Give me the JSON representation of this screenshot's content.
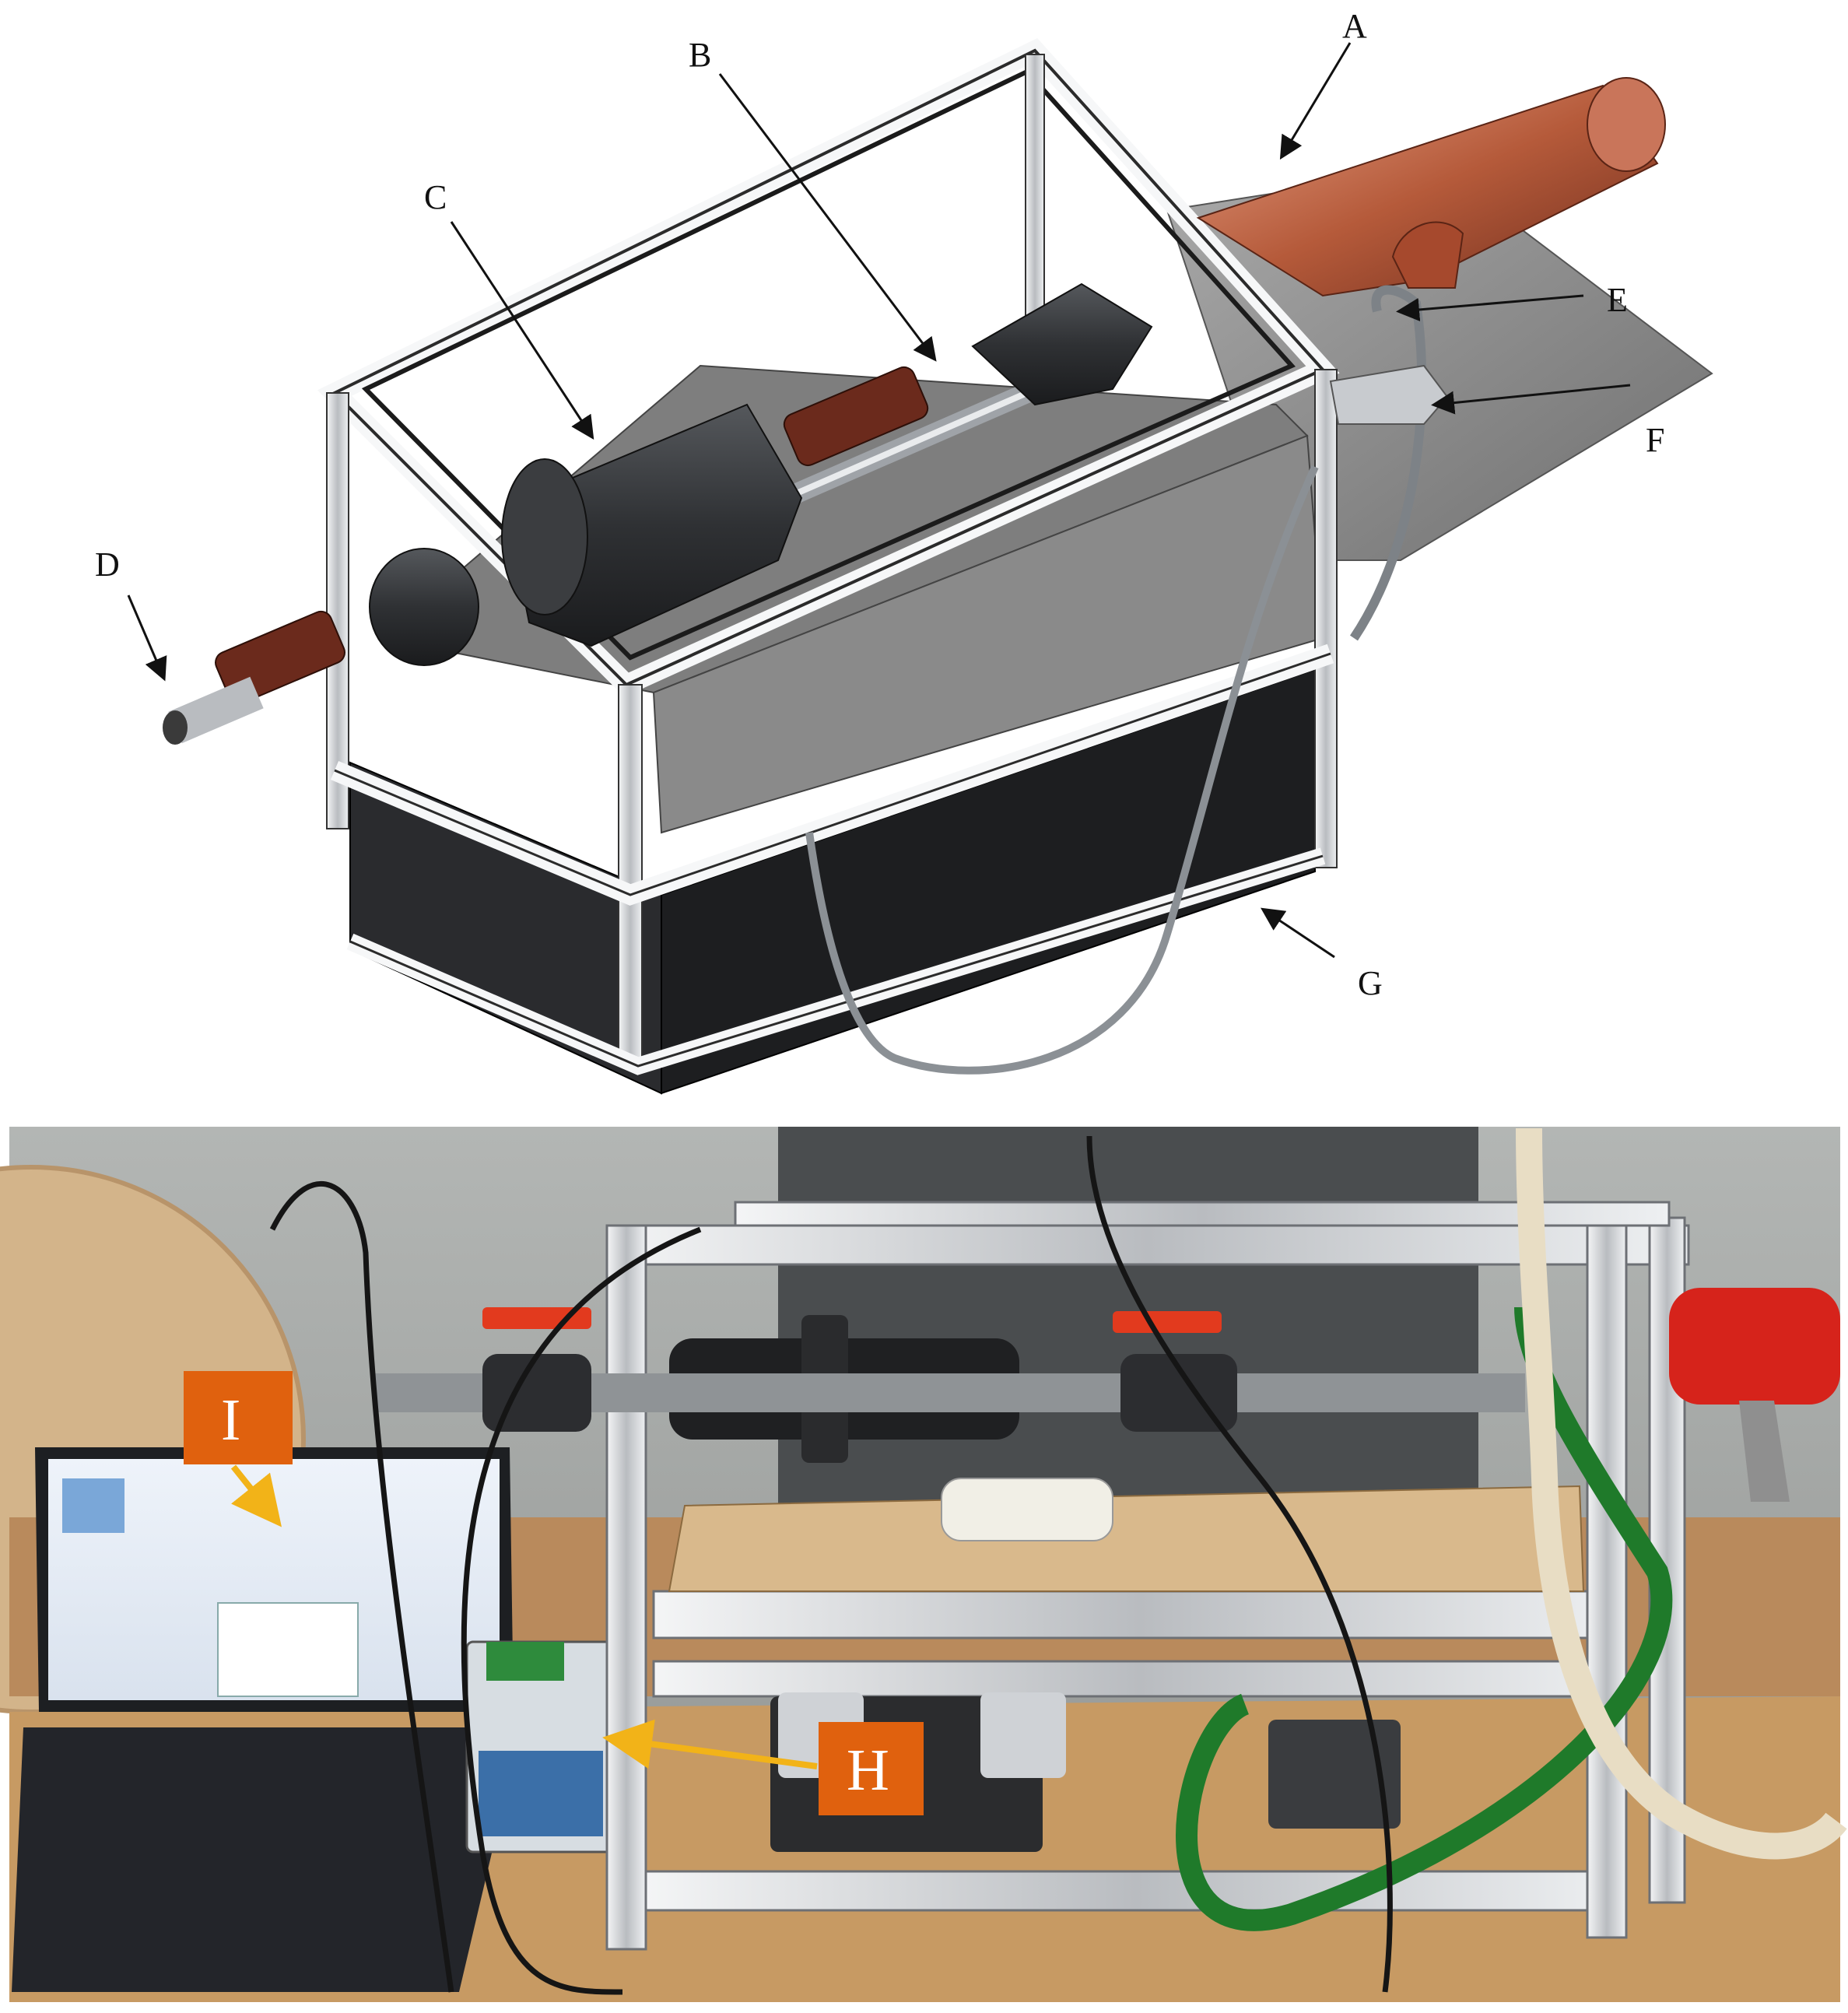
{
  "labels": {
    "a": "A",
    "b": "B",
    "c": "C",
    "d": "D",
    "e": "E",
    "f": "F",
    "g": "G",
    "h": "H",
    "i": "I"
  },
  "colors": {
    "label_box": "#e0610e",
    "photo_arrow": "#f2b318",
    "copper": "#b55a3a",
    "dark_housing": "#2f3134",
    "aluminium": "#cfd2d6",
    "hose_green": "#1f7a2a",
    "hose_cream": "#e8ddc4",
    "heat_gun_red": "#d6231b",
    "valve_red": "#e23a1e",
    "plywood": "#d9b98c",
    "desk": "#c79a63"
  }
}
